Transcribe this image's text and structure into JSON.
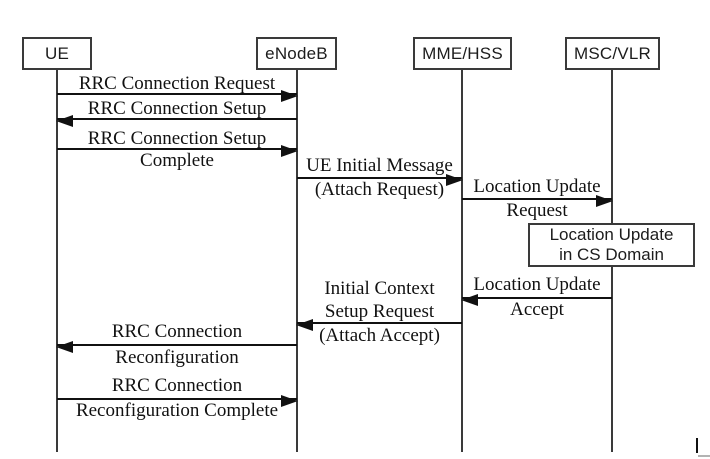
{
  "diagram": {
    "type": "sequence-diagram",
    "colors": {
      "background": "#ffffff",
      "line": "#111111",
      "box_border": "#3a3a3a",
      "artifact_gray": "#b3b3b3"
    },
    "actors": [
      {
        "id": "ue",
        "label": "UE"
      },
      {
        "id": "enodeb",
        "label": "eNodeB"
      },
      {
        "id": "mme-hss",
        "label": "MME/HSS"
      },
      {
        "id": "msc-vlr",
        "label": "MSC/VLR"
      }
    ],
    "messages": [
      {
        "from": "UE",
        "to": "eNodeB",
        "direction": "right",
        "line1": "RRC Connection Request"
      },
      {
        "from": "eNodeB",
        "to": "UE",
        "direction": "left",
        "line1": "RRC Connection Setup"
      },
      {
        "from": "UE",
        "to": "eNodeB",
        "direction": "right",
        "line1": "RRC Connection Setup",
        "line2": "Complete"
      },
      {
        "from": "eNodeB",
        "to": "MME/HSS",
        "direction": "right",
        "line1": "UE Initial Message",
        "line2": "(Attach Request)"
      },
      {
        "from": "MME/HSS",
        "to": "MSC/VLR",
        "direction": "right",
        "line1": "Location Update",
        "line2": "Request"
      },
      {
        "from": "MSC/VLR",
        "to": "MME/HSS",
        "direction": "left",
        "line1": "Location Update",
        "line2": "Accept"
      },
      {
        "from": "MME/HSS",
        "to": "eNodeB",
        "direction": "left",
        "line1": "Initial Context",
        "line2": "Setup Request",
        "line3": "(Attach Accept)"
      },
      {
        "from": "eNodeB",
        "to": "UE",
        "direction": "left",
        "line1": "RRC Connection",
        "line2": "Reconfiguration"
      },
      {
        "from": "UE",
        "to": "eNodeB",
        "direction": "right",
        "line1": "RRC Connection",
        "line2": "Reconfiguration Complete"
      }
    ],
    "note": {
      "line1": "Location Update",
      "line2": "in CS Domain"
    }
  }
}
